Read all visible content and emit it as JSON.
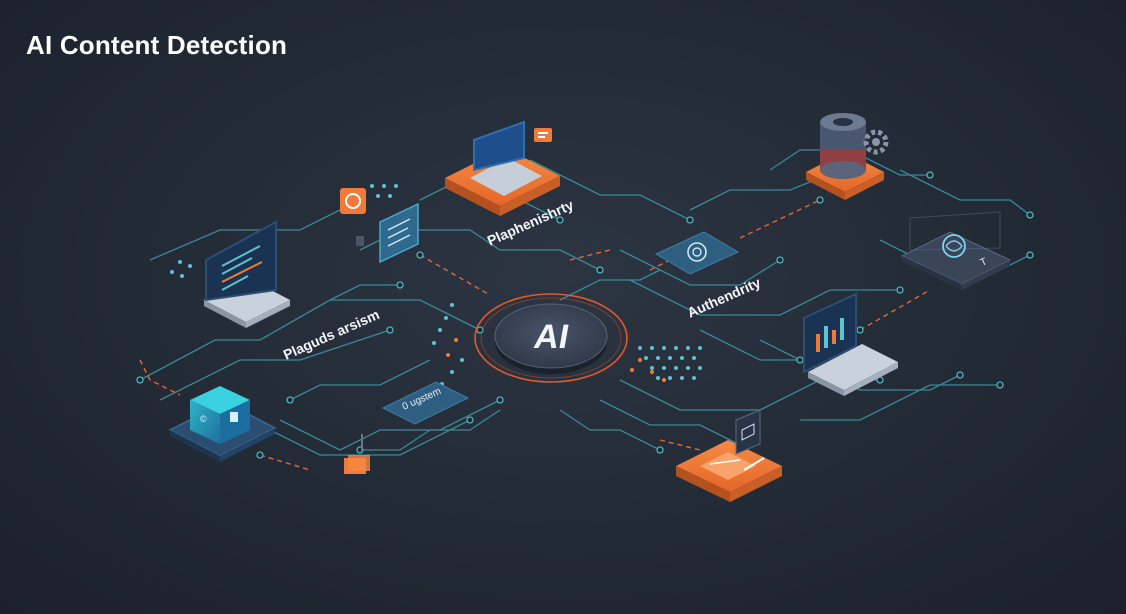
{
  "title": "AI Content Detection",
  "hub": {
    "label": "AI"
  },
  "labels": {
    "plagiarism": "Plaguds arsism",
    "plagiarism_top": "Plaphenishrty",
    "authenticity": "Authendrity",
    "small_card": "0 ugstem"
  },
  "colors": {
    "background": "#222a35",
    "connector": "#3e9aa8",
    "accent_orange": "#f07a3a",
    "hub_fill": "#3a4456",
    "hub_ring": "#e05a2a",
    "card_blue": "#2f5f80",
    "screen_blue": "#1e4e8c"
  }
}
